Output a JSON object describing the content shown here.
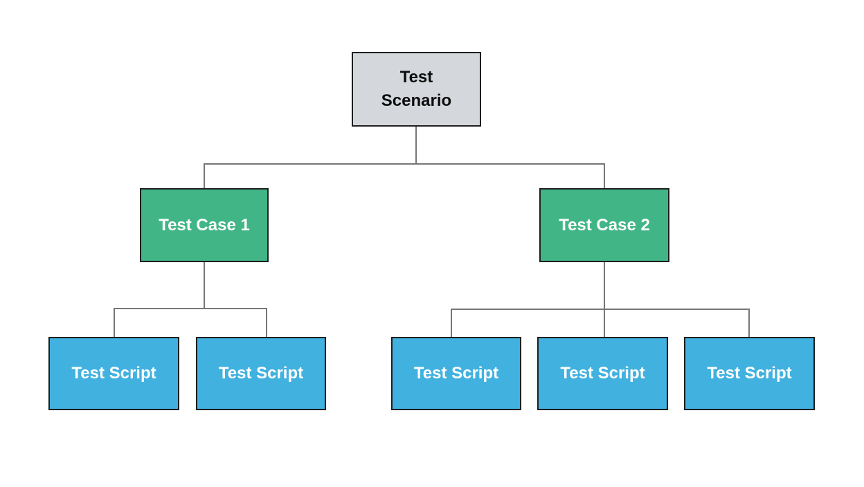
{
  "colors": {
    "canvas-bg": "#ffffff",
    "scenario-fill": "#d4d8dc",
    "scenario-text": "#0c0c0c",
    "case-fill": "#42b587",
    "script-fill": "#41b1e0",
    "light-text": "#ffffff",
    "node-border": "#1e1e1e",
    "connector": "#767676"
  },
  "diagram": {
    "type": "tree",
    "root": {
      "label": "Test Scenario"
    },
    "test_cases": [
      {
        "label": "Test Case 1"
      },
      {
        "label": "Test Case 2"
      }
    ],
    "test_scripts": [
      {
        "label": "Test Script",
        "parent": "Test Case 1"
      },
      {
        "label": "Test Script",
        "parent": "Test Case 1"
      },
      {
        "label": "Test Script",
        "parent": "Test Case 2"
      },
      {
        "label": "Test Script",
        "parent": "Test Case 2"
      },
      {
        "label": "Test Script",
        "parent": "Test Case 2"
      }
    ]
  }
}
